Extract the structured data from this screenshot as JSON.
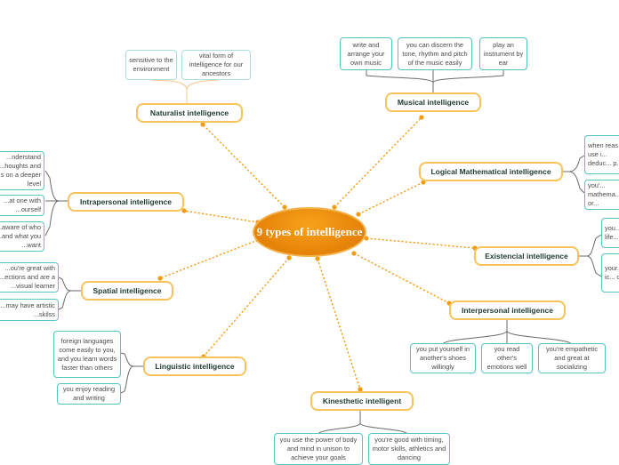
{
  "center": {
    "label": "9 types of intelligence"
  },
  "colors": {
    "center": "#e8860a",
    "topic_border": "#f6c45a",
    "subtopic_border": "#52c6c0",
    "connector": "#f39c12"
  },
  "topics": {
    "naturalist": {
      "label": "Naturalist intelligence",
      "items": [
        "sensitive to the environment",
        "vital form of intelligence for our ancestors"
      ]
    },
    "musical": {
      "label": "Musical intelligence",
      "items": [
        "write and arrange your own music",
        "you can discern the tone, rhythm and pitch of the music easily",
        "play an instrument by ear"
      ]
    },
    "logical": {
      "label": "Logical Mathematical intelligence",
      "items": [
        "when reas... use i... deduc... p...",
        "you'... mathema... or..."
      ]
    },
    "intrapersonal": {
      "label": "Intrapersonal intelligence",
      "items": [
        "...nderstand ...houghts and ...s on a deeper level",
        "...at one with ...ourself",
        "...aware of who ...and what you ...want"
      ]
    },
    "existencial": {
      "label": "Existencial intelligence",
      "items": [
        "you... life...",
        "your... ic... cen..."
      ]
    },
    "spatial": {
      "label": "Spatial intelligence",
      "items": [
        "...ou're great with ...ections and are a ...visual learner",
        "...may have artistic ...skilss"
      ]
    },
    "interpersonal": {
      "label": "Interpersonal intelligence",
      "items": [
        "you put yourself in another's shoes willingly",
        "you read other's emotions well",
        "you're empathetic and great at socializing"
      ]
    },
    "linguistic": {
      "label": "Linguistic intelligence",
      "items": [
        "foreign languages come easily to you, and you learn words faster than others",
        "you enjoy reading and writing"
      ]
    },
    "kinesthetic": {
      "label": "Kinesthetic intelligent",
      "items": [
        "you use the power of body and mind in unison to achieve your goals",
        "you're good with timing, motor skills, athletics and dancing"
      ]
    }
  }
}
